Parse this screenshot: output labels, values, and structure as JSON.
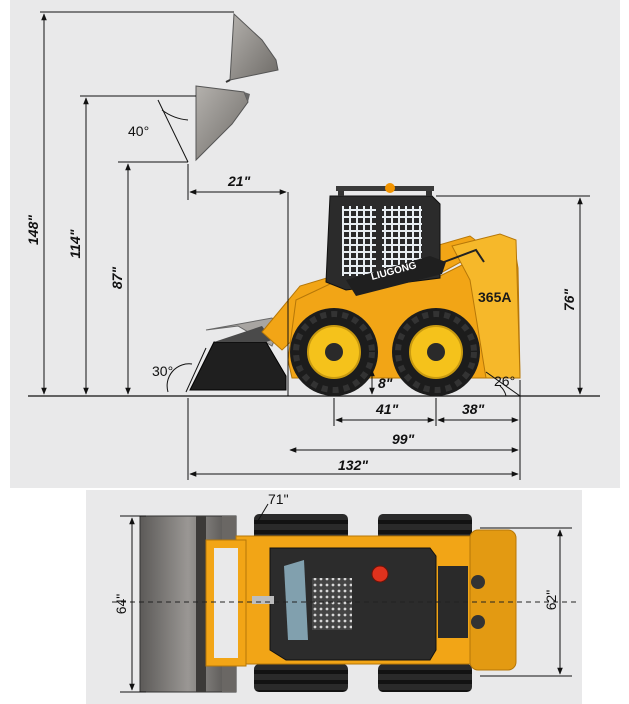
{
  "brand": "LIUGONG",
  "model": "365A",
  "side_view": {
    "height_max": "148\"",
    "height_dump_pin": "114\"",
    "height_dump_clearance": "87\"",
    "dump_reach": "21\"",
    "dump_angle": "40°",
    "rollback_angle": "30°",
    "overall_height": "76\"",
    "ground_clearance": "8\"",
    "wheelbase": "41\"",
    "rear_overhang": "38\"",
    "departure_angle": "26°",
    "length_no_bucket": "99\"",
    "length_with_bucket": "132\""
  },
  "top_view": {
    "bucket_width": "71\"",
    "width_over_tires": "64\"",
    "tread_width": "62\""
  },
  "colors": {
    "body": "#f2a516",
    "body_dark": "#c7820c",
    "cab": "#2b2b2b",
    "tire": "#1e1e1e",
    "rim": "#f5c21b",
    "bucket": "#8d8a86",
    "panel_bg": "#e9e9ea"
  }
}
